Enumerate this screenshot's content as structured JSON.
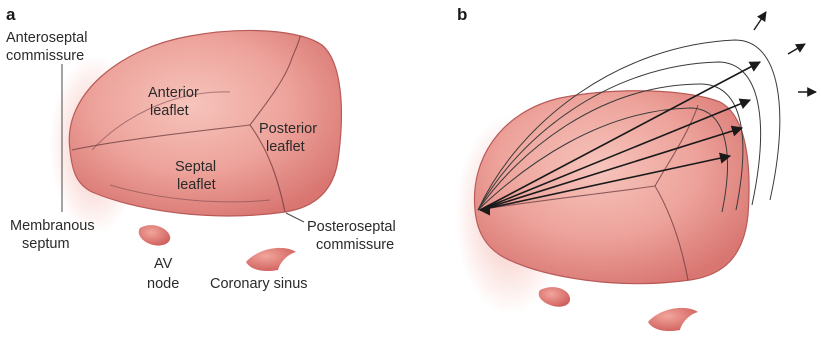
{
  "panels": {
    "a": "a",
    "b": "b"
  },
  "labels": {
    "anteroseptal_line1": "Anteroseptal",
    "anteroseptal_line2": "commissure",
    "anterior_line1": "Anterior",
    "anterior_line2": "leaflet",
    "posterior_line1": "Posterior",
    "posterior_line2": "leaflet",
    "septal_line1": "Septal",
    "septal_line2": "leaflet",
    "membranous_line1": "Membranous",
    "membranous_line2": "septum",
    "posteroseptal_line1": "Posteroseptal",
    "posteroseptal_line2": "commissure",
    "av_line1": "AV",
    "av_line2": "node",
    "coronary_sinus": "Coronary sinus"
  },
  "colors": {
    "leaflet_light": "#f3b8b0",
    "leaflet_mid": "#e58e88",
    "leaflet_dark": "#c9605e",
    "halo": "#f6cfc8",
    "arrow": "#1a1a1a"
  }
}
